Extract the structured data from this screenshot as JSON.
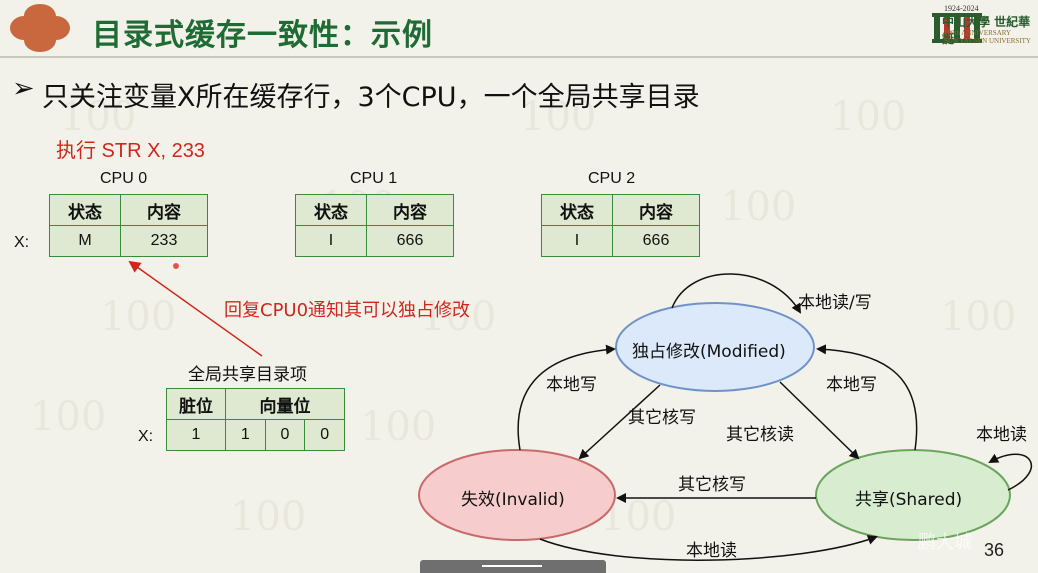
{
  "header": {
    "title": "目录式缓存一致性：示例",
    "university": {
      "years": "1924-2024",
      "name_cn": "中山大學 世紀華誕",
      "anniversary_en": "100th ANNIVERSARY",
      "name_en": "SUN YAT-SEN UNIVERSITY"
    }
  },
  "bullet": "只关注变量X所在缓存行，3个CPU，一个全局共享目录",
  "instruction": "执行 STR  X, 233",
  "row_label": "X:",
  "cpus": [
    {
      "name": "CPU 0",
      "state_header": "状态",
      "content_header": "内容",
      "state": "M",
      "content": "233"
    },
    {
      "name": "CPU 1",
      "state_header": "状态",
      "content_header": "内容",
      "state": "I",
      "content": "666"
    },
    {
      "name": "CPU 2",
      "state_header": "状态",
      "content_header": "内容",
      "state": "I",
      "content": "666"
    }
  ],
  "reply_annotation": "回复CPU0通知其可以独占修改",
  "directory": {
    "title": "全局共享目录项",
    "dirty_header": "脏位",
    "vector_header": "向量位",
    "dirty": "1",
    "vector": [
      "1",
      "0",
      "0"
    ]
  },
  "state_machine": {
    "states": {
      "modified": "独占修改(Modified)",
      "invalid": "失效(Invalid)",
      "shared": "共享(Shared)"
    },
    "transitions": {
      "modified_self": "本地读/写",
      "invalid_to_modified": "本地写",
      "shared_to_modified": "本地写",
      "modified_to_invalid": "其它核写",
      "modified_to_shared": "其它核读",
      "shared_to_invalid": "其它核写",
      "invalid_to_shared": "本地读",
      "shared_self": "本地读"
    },
    "colors": {
      "modified_fill": "#dce9fb",
      "modified_stroke": "#6f93c8",
      "invalid_fill": "#f7cccc",
      "invalid_stroke": "#c96a6a",
      "shared_fill": "#d8ecd0",
      "shared_stroke": "#6aa55e"
    }
  },
  "page_number": "36",
  "watermark": "鹏大城"
}
